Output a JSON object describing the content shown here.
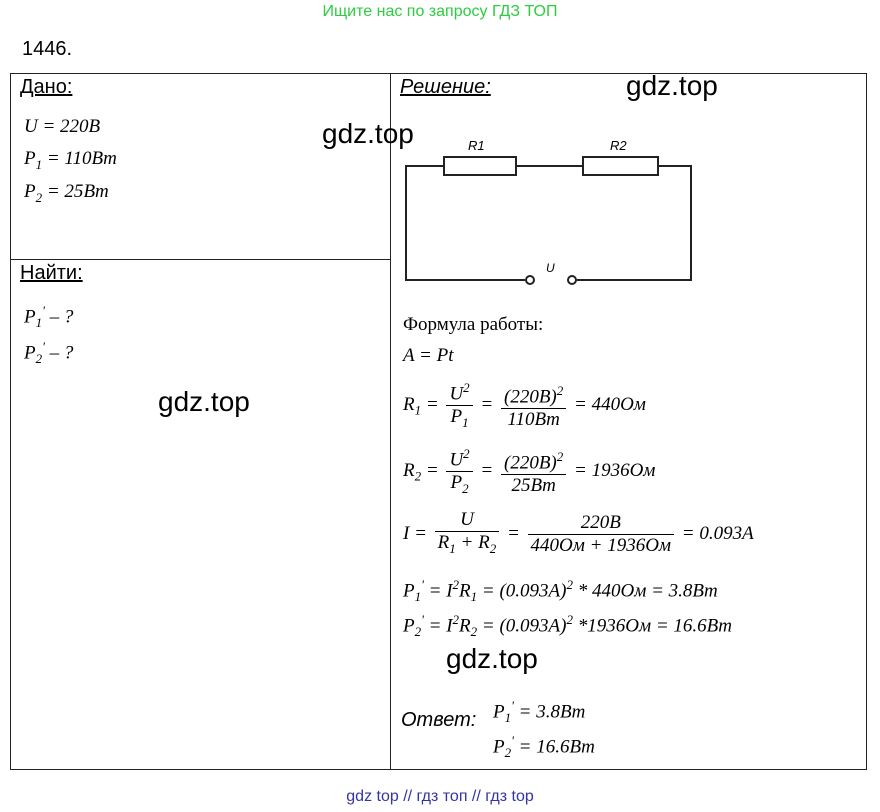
{
  "banner": "Ищите нас по запросу ГДЗ ТОП",
  "problem_number": "1446.",
  "given": {
    "heading": "Дано:",
    "lines": [
      "U = 220В",
      "P1 = 110Вт",
      "P2 = 25Вт"
    ]
  },
  "find": {
    "heading": "Найти:",
    "lines": [
      "P1' – ?",
      "P2' – ?"
    ]
  },
  "solution": {
    "heading": "Решение:",
    "circuit": {
      "r1_label": "R1",
      "r2_label": "R2",
      "source_label": "U"
    },
    "formula_title": "Формула работы:",
    "f_work": "A = Pt",
    "r1": {
      "lhs": "R1 =",
      "num1": "U2",
      "den1": "P1",
      "num2": "(220В)2",
      "den2": "110Вт",
      "result": "= 440Ом"
    },
    "r2": {
      "lhs": "R2 =",
      "num1": "U2",
      "den1": "P2",
      "num2": "(220В)2",
      "den2": "25Вт",
      "result": "= 1936Ом"
    },
    "current": {
      "lhs": "I =",
      "num1": "U",
      "den1": "R1 + R2",
      "num2": "220В",
      "den2": "440Ом + 1936Ом",
      "result": "= 0.093А"
    },
    "p1prime": "P1' = I2R1 = (0.093A)2 * 440Ом = 3.8Вт",
    "p2prime": "P2' = I2R2 = (0.093A)2 *1936Ом = 16.6Вт",
    "answer_label": "Ответ:",
    "answer_lines": [
      "P1' = 3.8Вт",
      "P2' = 16.6Вт"
    ]
  },
  "watermarks": [
    "gdz.top",
    "gdz.top",
    "gdz.top",
    "gdz.top"
  ],
  "footer": "gdz top  //  гдз топ  //  гдз top",
  "colors": {
    "banner": "#2ecc40",
    "footer": "#3333aa"
  }
}
